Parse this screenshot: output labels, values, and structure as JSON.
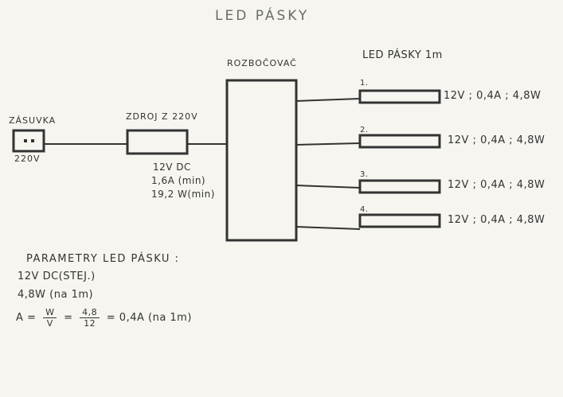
{
  "title": "LED PÁSKY",
  "socket": {
    "label": "ZÁSUVKA",
    "voltage": "220V"
  },
  "psu": {
    "label": "ZDROJ Z 220V",
    "specs": [
      "12V DC",
      "1,6A (min)",
      "19,2 W(min)"
    ]
  },
  "splitter": {
    "label": "ROZBOČOVAČ"
  },
  "strips": {
    "heading": "LED PÁSKY 1m",
    "items": [
      {
        "num": "1.",
        "spec": "12V ; 0,4A ; 4,8W"
      },
      {
        "num": "2.",
        "spec": "12V ; 0,4A ; 4,8W"
      },
      {
        "num": "3.",
        "spec": "12V ; 0,4A ; 4,8W"
      },
      {
        "num": "4.",
        "spec": "12V ; 0,4A ; 4,8W"
      }
    ]
  },
  "params": {
    "heading": "PARAMETRY LED PÁSKU :",
    "lines": [
      "12V DC(STEJ.)",
      "4,8W (na 1m)"
    ],
    "formula": {
      "lhs": "A =",
      "f1_num": "W",
      "f1_den": "V",
      "eq": "=",
      "f2_num": "4,8",
      "f2_den": "12",
      "result": "= 0,4A (na 1m)"
    }
  },
  "colors": {
    "ink": "#333333",
    "paper": "#f6f5f0"
  }
}
